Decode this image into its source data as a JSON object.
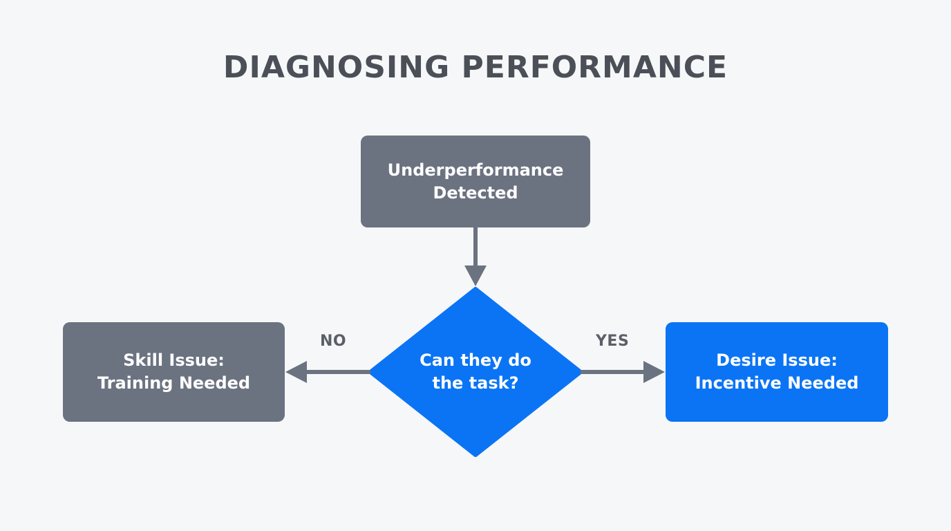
{
  "title": "DIAGNOSING PERFORMANCE",
  "colors": {
    "background": "#f6f7f8",
    "gray_box": "#6b7280",
    "blue_box": "#0a74f5",
    "arrow": "#6b7280",
    "title_text": "#4b4f57"
  },
  "nodes": {
    "start": {
      "line1": "Underperformance",
      "line2": "Detected"
    },
    "decision": {
      "line1": "Can they do",
      "line2": "the task?"
    },
    "skill": {
      "line1": "Skill Issue:",
      "line2": "Training Needed"
    },
    "desire": {
      "line1": "Desire Issue:",
      "line2": "Incentive Needed"
    }
  },
  "branches": {
    "no": "NO",
    "yes": "YES"
  }
}
